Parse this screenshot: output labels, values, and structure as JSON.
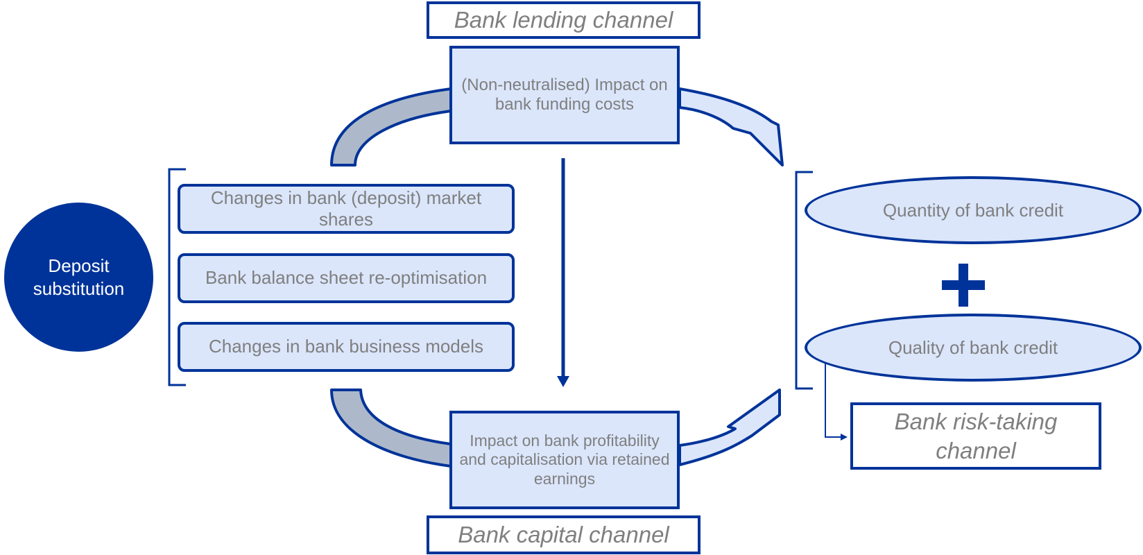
{
  "diagram": {
    "bank_lending_channel": "Bank lending channel",
    "bank_capital_channel": "Bank capital channel",
    "bank_risk_taking_channel": "Bank risk-taking channel",
    "funding_costs": "(Non-neutralised) Impact on bank funding costs",
    "profitability": "Impact on bank profitability and capitalisation via retained earnings",
    "deposit_substitution": "Deposit substitution",
    "mechanisms": [
      "Changes in bank (deposit) market shares",
      "Bank balance sheet re-optimisation",
      "Changes in bank business models"
    ],
    "outcomes": [
      "Quantity of bank credit",
      "Quality of bank credit"
    ]
  },
  "colors": {
    "navy": "#003399",
    "light_fill": "#dbe6fb",
    "arrow_fill_grey": "#adb9ca",
    "text_grey": "#7f7f7f"
  }
}
